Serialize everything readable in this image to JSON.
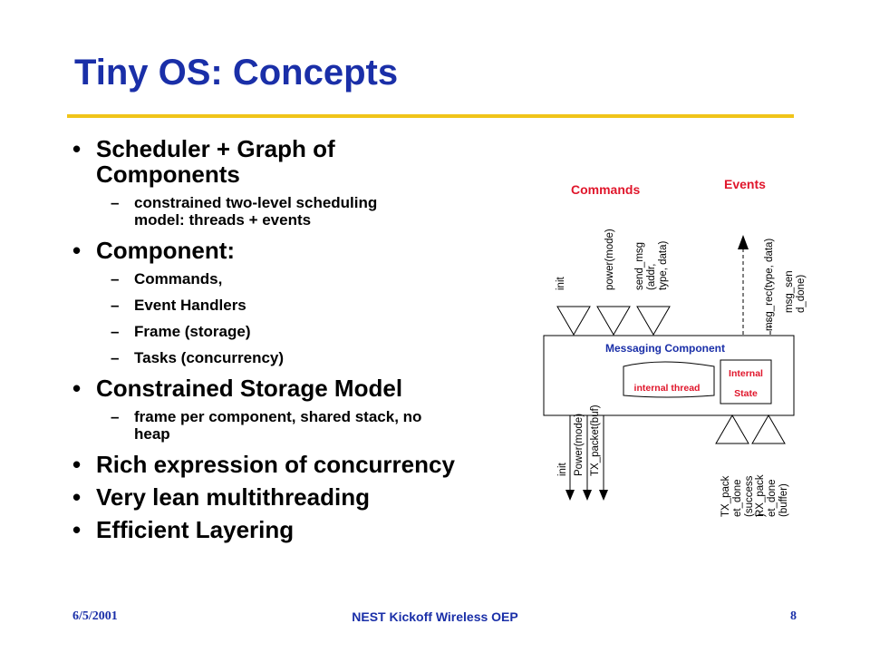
{
  "slide": {
    "title": "Tiny OS: Concepts",
    "bullets": [
      {
        "text": "Scheduler + Graph of Components",
        "lines": [
          "Scheduler + Graph of",
          "Components"
        ],
        "sub": [
          {
            "lines": [
              "constrained two-level scheduling",
              "model: threads + events"
            ]
          }
        ]
      },
      {
        "text": "Component:",
        "lines": [
          "Component:"
        ],
        "sub": [
          {
            "lines": [
              "Commands,"
            ]
          },
          {
            "lines": [
              "Event Handlers"
            ]
          },
          {
            "lines": [
              "Frame (storage)"
            ]
          },
          {
            "lines": [
              "Tasks (concurrency)"
            ]
          }
        ]
      },
      {
        "text": "Constrained Storage Model",
        "lines": [
          "Constrained Storage Model"
        ],
        "sub": [
          {
            "lines": [
              "frame per component, shared stack, no",
              "heap"
            ]
          }
        ]
      },
      {
        "text": "Rich expression of concurrency",
        "lines": [
          "Rich expression of concurrency"
        ],
        "sub": []
      },
      {
        "text": "Very lean multithreading",
        "lines": [
          "Very lean multithreading"
        ],
        "sub": []
      },
      {
        "text": "Efficient Layering",
        "lines": [
          "Efficient Layering"
        ],
        "sub": []
      }
    ]
  },
  "diagram": {
    "commands_label": "Commands",
    "events_label": "Events",
    "component_label": "Messaging Component",
    "internal_thread": "internal thread",
    "internal_state_lines": [
      "Internal",
      "State"
    ],
    "top_commands": [
      {
        "lines": [
          "init"
        ]
      },
      {
        "lines": [
          "power(mode)"
        ]
      },
      {
        "lines": [
          "send_msg",
          "(addr,",
          "type, data)"
        ]
      }
    ],
    "top_events": [
      {
        "lines": [
          "msg_rec(type, data)"
        ]
      },
      {
        "lines": [
          "msg_sen",
          "d_done)"
        ]
      }
    ],
    "bottom_commands": [
      {
        "lines": [
          "init"
        ]
      },
      {
        "lines": [
          "Power(mode)"
        ]
      },
      {
        "lines": [
          "TX_packet(buf)"
        ]
      }
    ],
    "bottom_events": [
      {
        "lines": [
          "TX_pack",
          "et_done",
          "(success",
          ")"
        ]
      },
      {
        "lines": [
          "RX_pack",
          "et_done",
          "(buffer)"
        ]
      }
    ],
    "colors": {
      "accent_red": "#e0162b",
      "title_blue": "#1a2fa8",
      "rule_gold": "#f0c419"
    }
  },
  "footer": {
    "date": "6/5/2001",
    "center": "NEST Kickoff Wireless OEP",
    "page": "8"
  }
}
